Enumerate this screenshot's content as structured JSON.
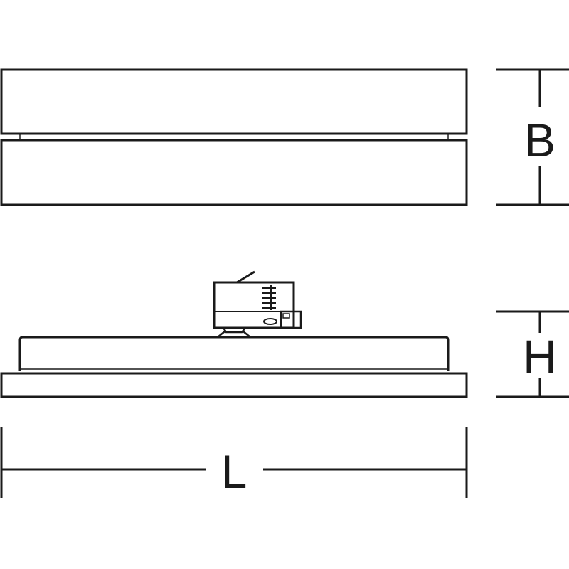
{
  "dimensions": {
    "width_label": "B",
    "height_label": "H",
    "length_label": "L"
  },
  "colors": {
    "line": "#1a1a1a",
    "background": "#ffffff"
  }
}
